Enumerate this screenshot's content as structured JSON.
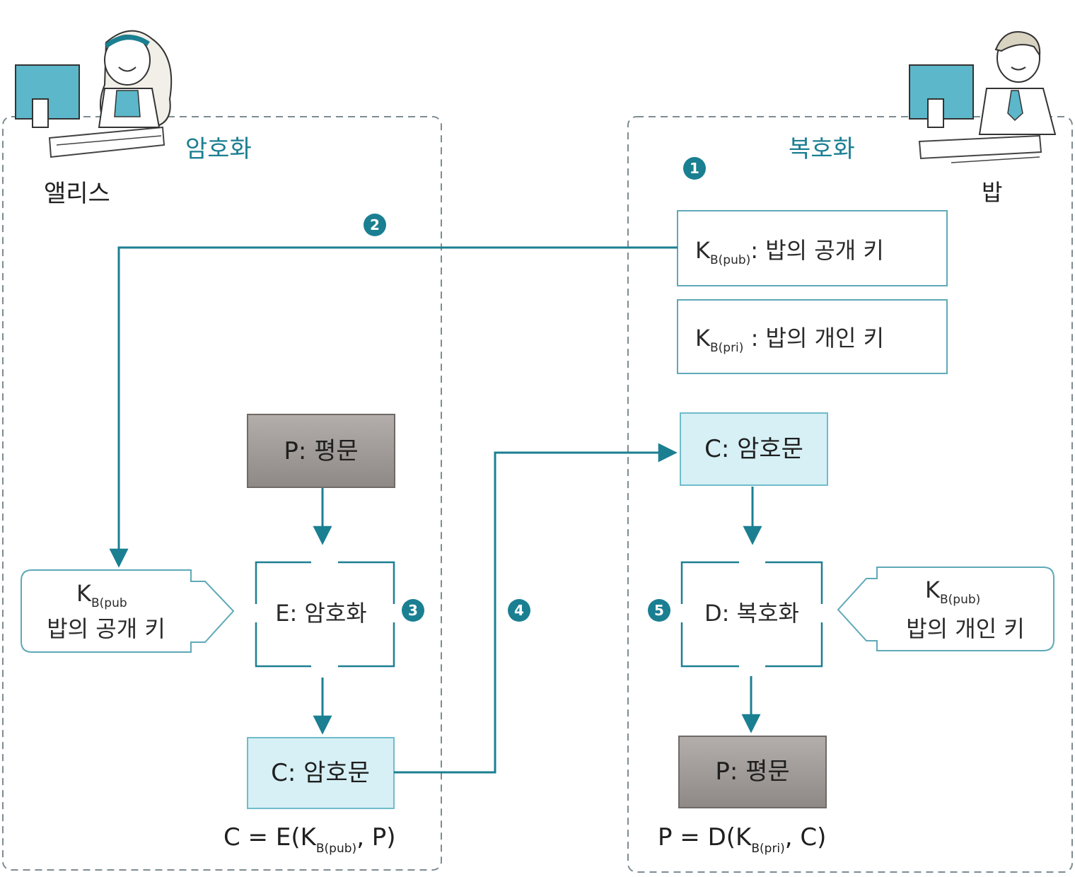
{
  "colors": {
    "accent": "#1b7f92",
    "cipher_box_fill": "#d6f0f5",
    "plain_box_fill": "#9a9592",
    "dashed_border": "#7d8c93",
    "key_box_border": "#5fa9b8"
  },
  "alice": {
    "name": "앨리스",
    "section_title": "암호화",
    "plaintext_box": "P: 평문",
    "encrypt_box": "E: 암호화",
    "ciphertext_box": "C: 암호문",
    "formula": {
      "prefix": "C = E(K",
      "sub": "B(pub)",
      "suffix": ",  P)"
    },
    "key_callout": {
      "k": "K",
      "sub": "B(pub",
      "line2": "밥의 공개 키"
    }
  },
  "bob": {
    "name": "밥",
    "section_title": "복호화",
    "pub_key_box": {
      "k": "K",
      "sub": "B(pub)",
      "rest": ": 밥의 공개 키"
    },
    "pri_key_box": {
      "k": "K",
      "sub": "B(pri)",
      "rest": " : 밥의 개인 키"
    },
    "ciphertext_box": "C: 암호문",
    "decrypt_box": "D: 복호화",
    "plaintext_box": "P: 평문",
    "formula": {
      "prefix": "P = D(K",
      "sub": "B(pri)",
      "suffix": ",  C)"
    },
    "key_callout": {
      "k": "K",
      "sub": "B(pub)",
      "line2": "밥의 개인 키"
    }
  },
  "steps": [
    "1",
    "2",
    "3",
    "4",
    "5"
  ]
}
